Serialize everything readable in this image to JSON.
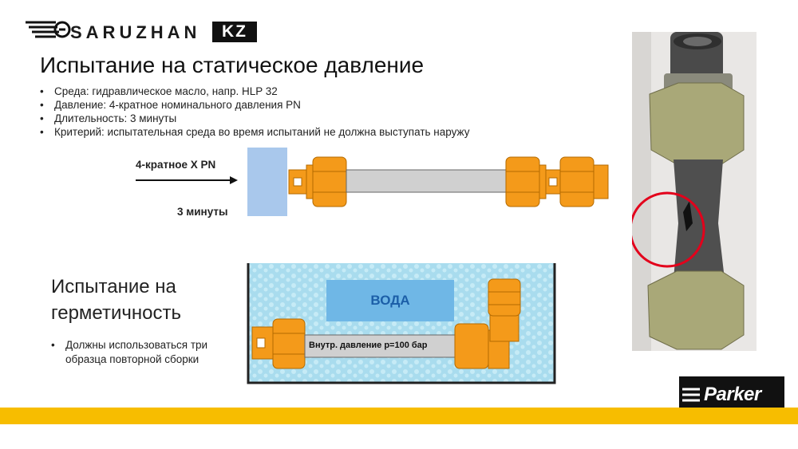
{
  "brand": {
    "name": "SARUZHAN",
    "suffix": "KZ",
    "partner": "Parker"
  },
  "section1": {
    "title": "Испытание на статическое давление",
    "bullets": [
      "Среда:  гидравлическое масло, напр. HLP 32",
      "Давление: 4-кратное номинального давления PN",
      "Длительность: 3 минуты",
      "Критерий: испытательная среда во время испытаний не должна выступать наружу"
    ],
    "diagram": {
      "pressure_label": "4-кратное X PN",
      "duration_label": "3 минуты"
    }
  },
  "section2": {
    "title": "Испытание на герметичность",
    "bullets": [
      "Должны использоваться три образца  повторной сборки"
    ],
    "diagram": {
      "water_label": "ВОДА",
      "inner_pressure_label": "Внутр. давление p=100 бар"
    }
  },
  "colors": {
    "fitting": "#f49a1a",
    "water": "#a9dcee",
    "bottom_bar": "#f7bd00",
    "highlight_circle": "#e3001b"
  }
}
